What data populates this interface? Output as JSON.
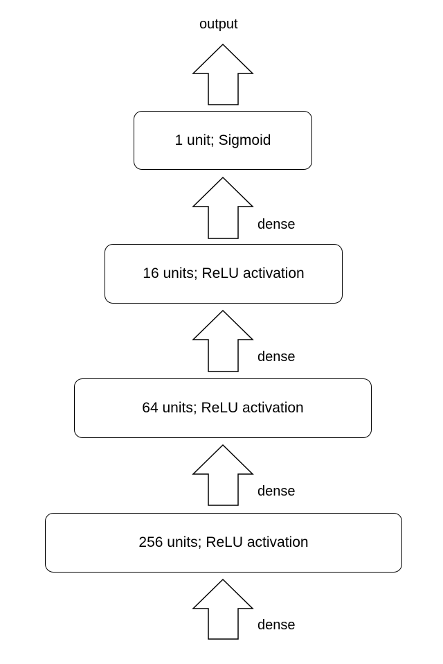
{
  "diagram": {
    "output_label": "output",
    "layers": [
      {
        "label": "1 unit; Sigmoid"
      },
      {
        "label": "16 units; ReLU activation"
      },
      {
        "label": "64 units; ReLU activation"
      },
      {
        "label": "256 units; ReLU activation"
      }
    ],
    "connections": [
      {
        "label": "dense"
      },
      {
        "label": "dense"
      },
      {
        "label": "dense"
      },
      {
        "label": "dense"
      }
    ]
  }
}
